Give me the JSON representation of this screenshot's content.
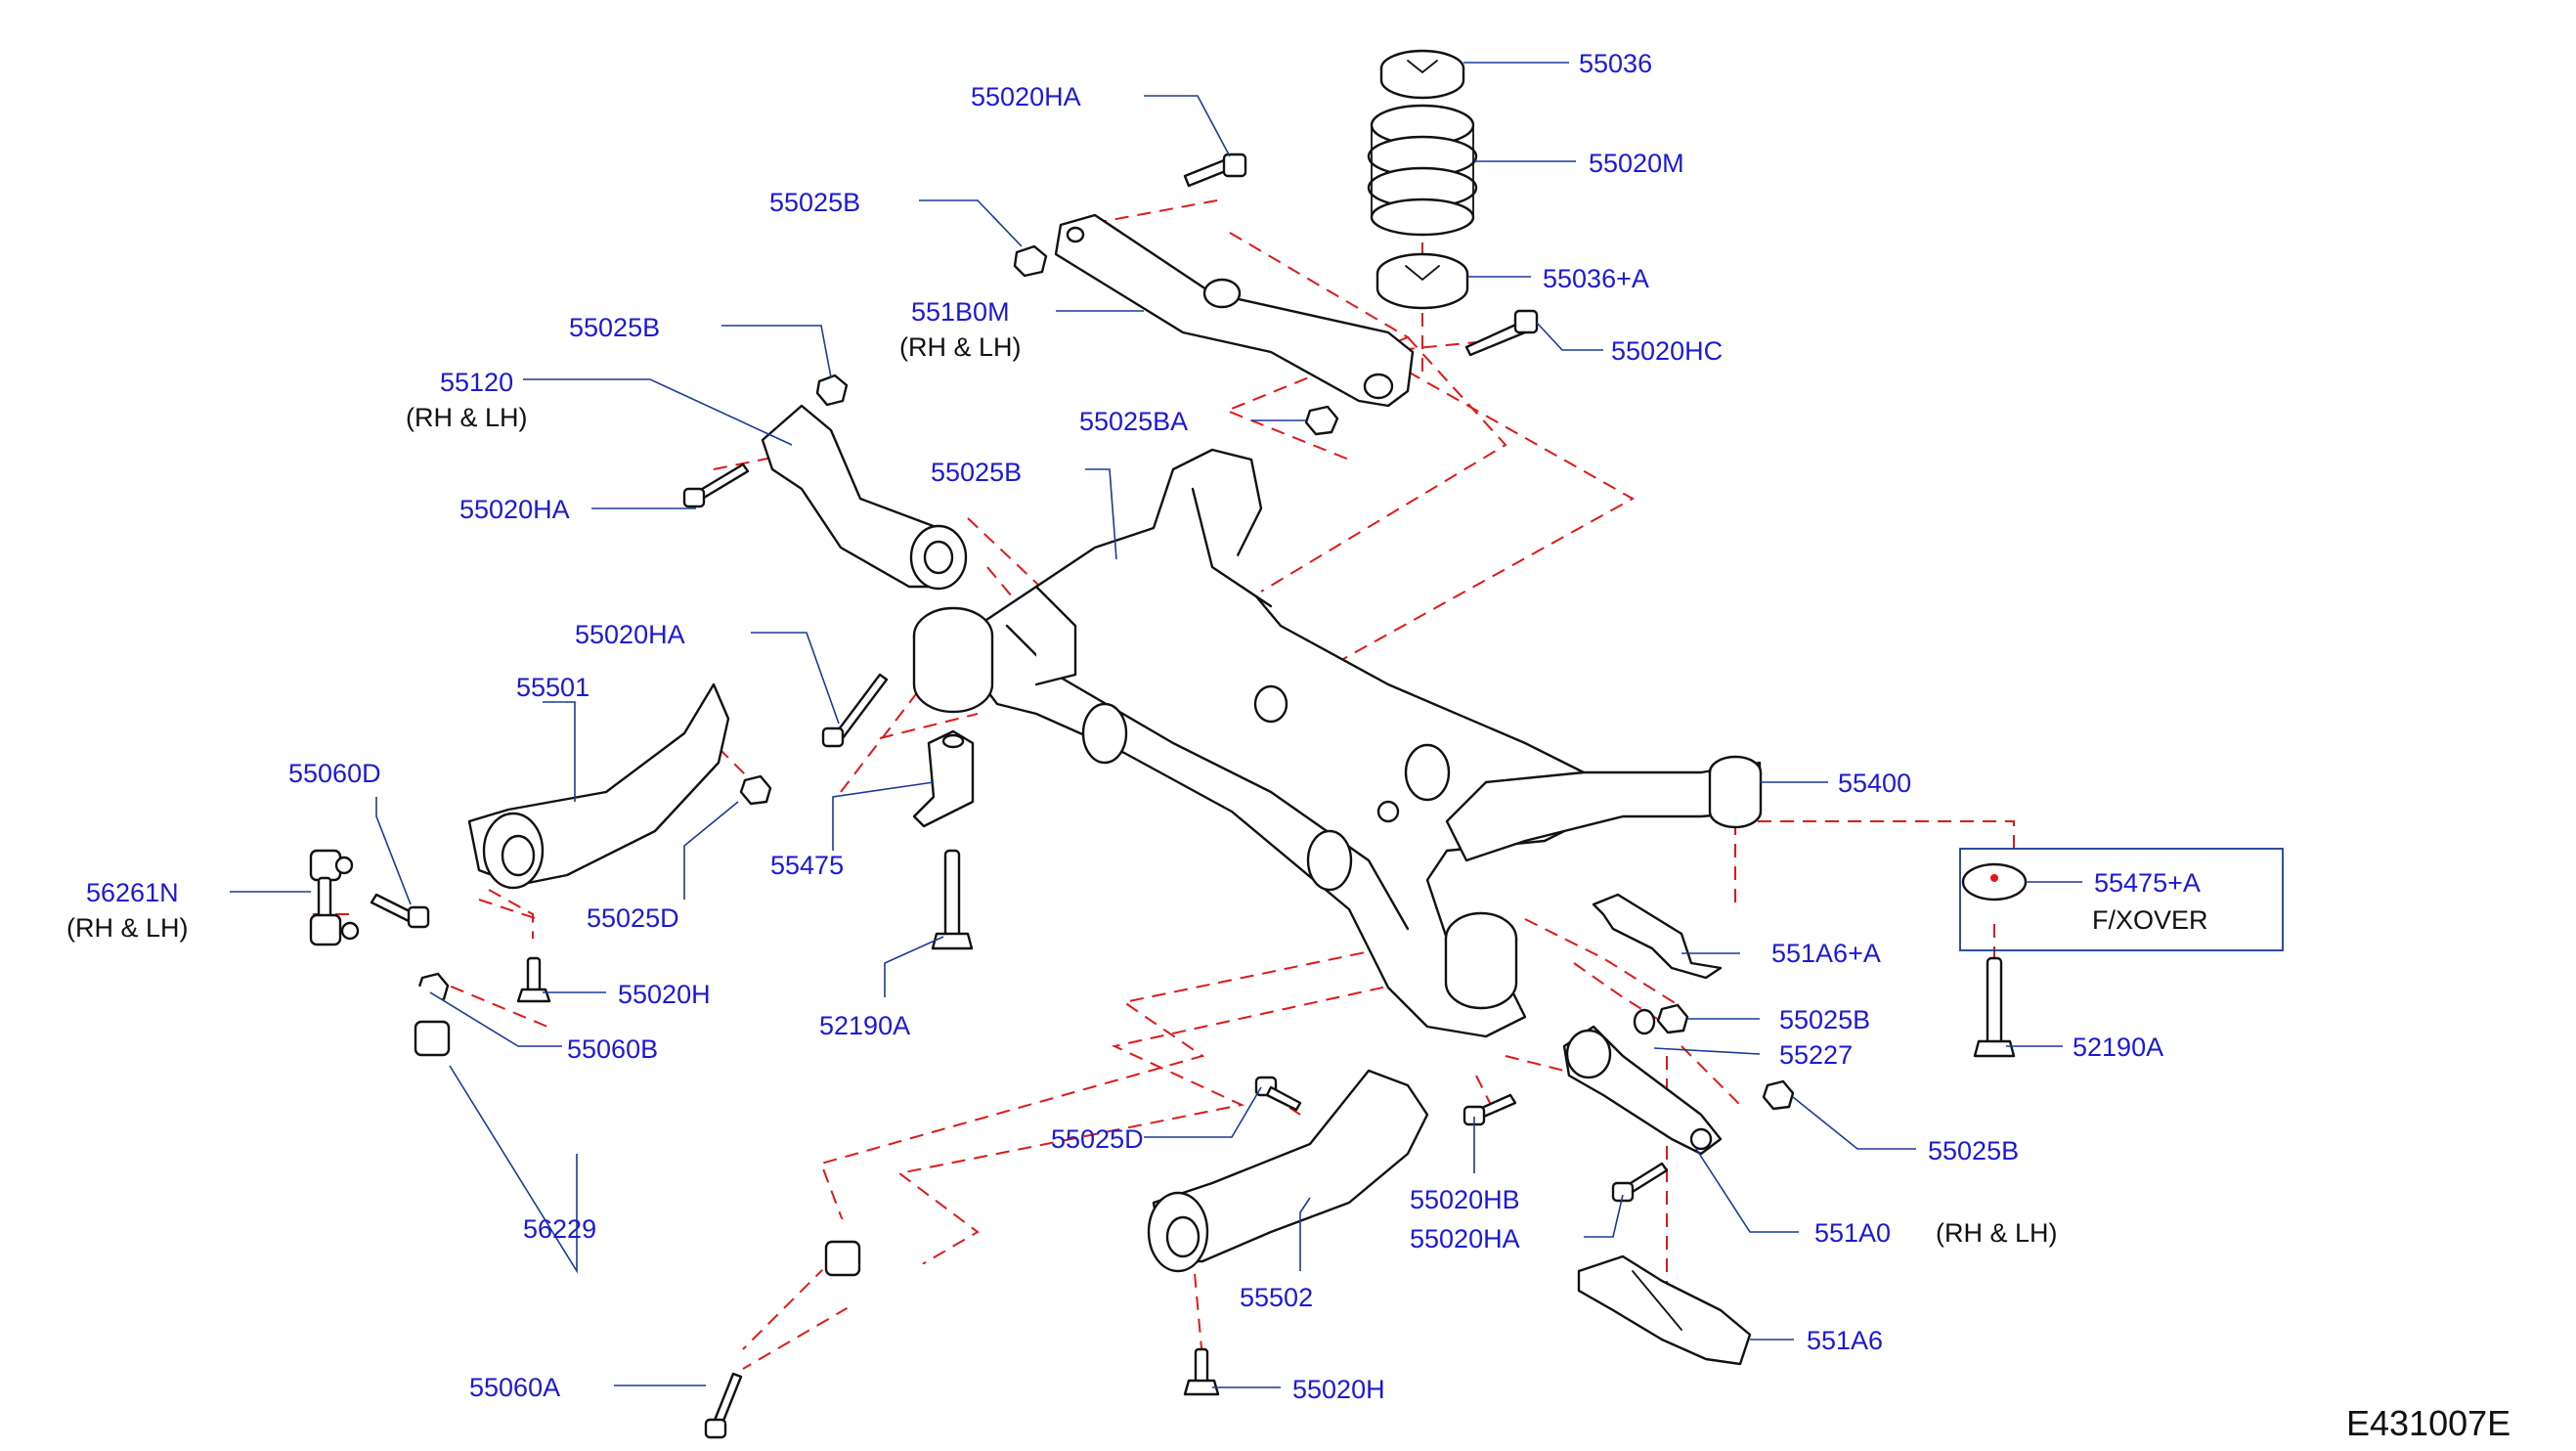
{
  "diagram_id": "E431007E",
  "labels": {
    "l55036": "55036",
    "l55020M": "55020M",
    "l55036A": "55036+A",
    "l55020HC": "55020HC",
    "l55020HA_top": "55020HA",
    "l55025B_top": "55025B",
    "l551B0M": "551B0M",
    "l551B0M_note": "(RH & LH)",
    "l55025B_arm": "55025B",
    "l55120": "55120",
    "l55120_note": "(RH & LH)",
    "l55025BA": "55025BA",
    "l55020HA_left": "55020HA",
    "l55025B_mid": "55025B",
    "l55020HA_mid": "55020HA",
    "l55501": "55501",
    "l55060D": "55060D",
    "l56261N": "56261N",
    "l56261N_note": "(RH & LH)",
    "l55025D_left": "55025D",
    "l55475": "55475",
    "l55020H_left": "55020H",
    "l55060B": "55060B",
    "l52190A_left": "52190A",
    "l55400": "55400",
    "l55475A": "55475+A",
    "l55475A_note": "F/XOVER",
    "l52190A_right": "52190A",
    "l551A6A": "551A6+A",
    "l55025B_right": "55025B",
    "l55227": "55227",
    "l55025B_low": "55025B",
    "l551A0": "551A0",
    "l551A0_note": "(RH & LH)",
    "l55025D_low": "55025D",
    "l55020HB": "55020HB",
    "l55020HA_low": "55020HA",
    "l56229": "56229",
    "l55502": "55502",
    "l551A6": "551A6",
    "l55060A": "55060A",
    "l55020H_low": "55020H"
  }
}
